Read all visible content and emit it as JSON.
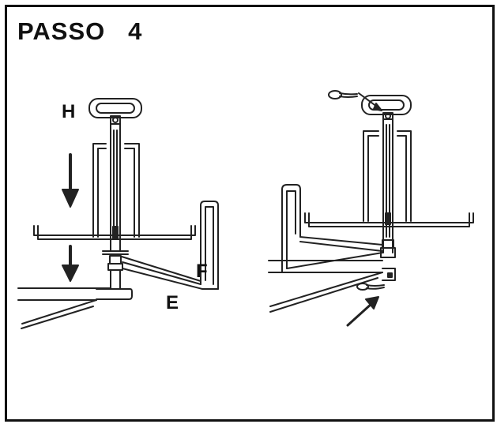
{
  "title": "PASSO   4",
  "labels": {
    "h": "H",
    "e": "E",
    "f": "F"
  },
  "icons": [
    "down-arrow-icon",
    "up-right-arrow-icon",
    "cotter-pin-icon"
  ],
  "colors": {
    "line": "#222222",
    "background": "#ffffff"
  }
}
